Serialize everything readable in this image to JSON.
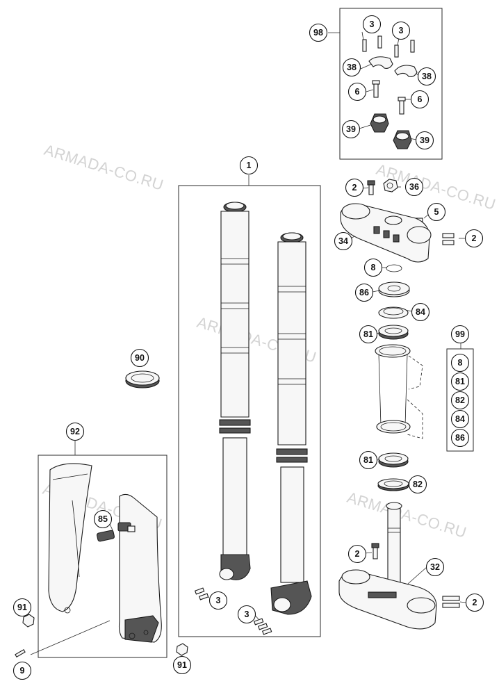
{
  "watermark": {
    "text": "ARMADA-CO.RU"
  },
  "callouts": {
    "c1": "1",
    "c98": "98",
    "c3a": "3",
    "c3b": "3",
    "c38a": "38",
    "c38b": "38",
    "c6a": "6",
    "c6b": "6",
    "c39a": "39",
    "c39b": "39",
    "c2a": "2",
    "c36": "36",
    "c5": "5",
    "c2b": "2",
    "c34": "34",
    "c8": "8",
    "c86": "86",
    "c84": "84",
    "c81": "81",
    "c99": "99",
    "k8": "8",
    "k81": "81",
    "k82": "82",
    "k84": "84",
    "k86": "86",
    "c81b": "81",
    "c82b": "82",
    "c2c": "2",
    "c32": "32",
    "c2d": "2",
    "c90": "90",
    "c92": "92",
    "c85": "85",
    "c91a": "91",
    "c9": "9",
    "c3c": "3",
    "c3d": "3",
    "c91b": "91"
  }
}
